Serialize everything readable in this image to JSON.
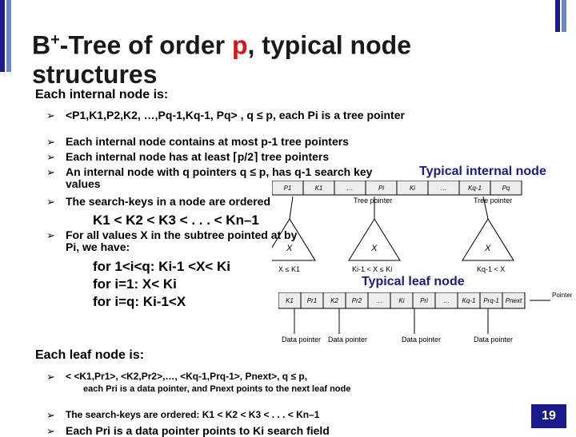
{
  "title": {
    "pre": "B",
    "sup": "+",
    "mid": "-Tree of order ",
    "highlight": "p",
    "post": ", typical node structures"
  },
  "internal_heading": "Each internal node is:",
  "internal_bullets": [
    "<P1,K1,P2,K2, …,Pq-1,Kq-1, Pq> , q ≤ p, each Pi is a tree pointer",
    "Each internal node contains at most p-1 tree pointers",
    "Each internal node has at least ⌈p/2⌉ tree pointers",
    "An internal node with q pointers q ≤ p, has q-1 search key values",
    "The search-keys in a node are ordered",
    "For all values X in the subtree pointed at by Pi, we have:"
  ],
  "key_order": "K1 < K2 < K3 < . . . < Kn–1",
  "conditions": [
    "for 1<i<q: Ki-1 <X< Ki",
    "for i=1: X< Ki",
    "for i=q: Ki-1<X"
  ],
  "caption_internal": "Typical internal node",
  "caption_leaf": "Typical leaf node",
  "internal_diagram": {
    "cells": [
      "P1",
      "K1",
      "…",
      "Pi",
      "Ki",
      "…",
      "Kq-1",
      "Pq"
    ],
    "pointer_label": "Tree pointer",
    "subtree_labels": [
      "X",
      "X",
      "X"
    ],
    "conditions": [
      "X ≤ K1",
      "Ki-1 < X ≤ Ki",
      "Kq-1 < X"
    ]
  },
  "leaf_diagram": {
    "cells": [
      "K1",
      "Pr1",
      "K2",
      "Pr2",
      "…",
      "Ki",
      "Pri",
      "…",
      "Kq-1",
      "Prq-1",
      "Pnext"
    ],
    "data_pointer_label": "Data pointer",
    "next_label": "Pointer to next leaf node in tree"
  },
  "leaf_heading": "Each leaf node is:",
  "leaf_bullets": [
    "< <K1,Pr1>, <K2,Pr2>,…, <Kq-1,Prq-1>, Pnext>, q ≤ p,",
    "each Pri is a data pointer, and Pnext points to the next leaf node",
    "The search-keys are ordered: K1 < K2 < K3 < . . . < Kn–1",
    "Each Pri is a data pointer points to Ki search field"
  ],
  "page_number": "19",
  "colors": {
    "accent": "#1a1a8c",
    "highlight": "#e01010"
  }
}
